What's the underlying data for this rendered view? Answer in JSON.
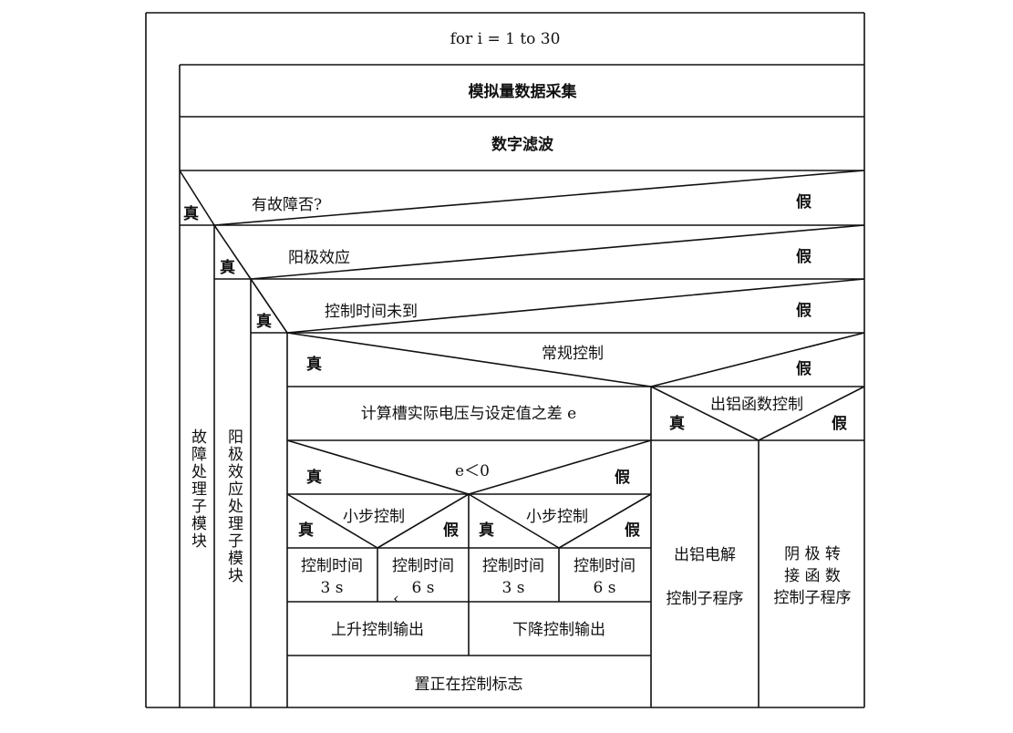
{
  "loop": {
    "header": "for i = 1 to 30"
  },
  "steps": {
    "acquire": "模拟量数据采集",
    "filter": "数字滤波"
  },
  "labels": {
    "true": "真",
    "false": "假"
  },
  "decisions": {
    "fault": "有故障否?",
    "anode_effect": "阳极效应",
    "control_time": "控制时间未到",
    "regular": "常规控制",
    "tapping": "出铝函数控制",
    "e_negative": "e＜0",
    "small_step": "小步控制"
  },
  "modules": {
    "fault": "故障处理子模块",
    "anode": "阳极效应处理子模块"
  },
  "actions": {
    "calc": "计算槽实际电压与设定值之差 e",
    "time_prefix": "控制时间",
    "time_3s": "3 s",
    "time_6s": "6 s",
    "raise": "上升控制输出",
    "lower": "下降控制输出",
    "set_flag": "置正在控制标志",
    "tapping_line1": "出铝电解",
    "tapping_line2": "控制子程序",
    "anode_change_line1": "阴 极 转",
    "anode_change_line2": "接 函 数",
    "anode_change_line3": "控制子程序"
  },
  "stray_mark": "‹"
}
